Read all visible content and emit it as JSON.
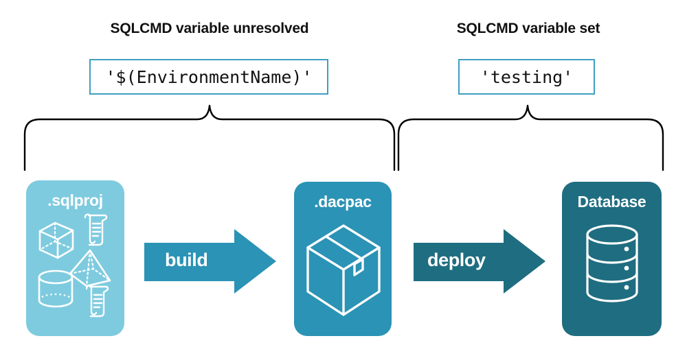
{
  "diagram": {
    "title_left": "SQLCMD variable unresolved",
    "title_right": "SQLCMD variable set",
    "code_left": "'$(EnvironmentName)'",
    "code_right": "'testing'",
    "colors": {
      "sqlproj_fill": "#7ecbdf",
      "dacpac_fill": "#2b93b5",
      "database_fill": "#1f6d80",
      "build_arrow_fill": "#2b93b5",
      "deploy_arrow_fill": "#1f6d80",
      "code_border": "#3f9fc0",
      "brace_stroke": "#000000",
      "text_dark": "#111111",
      "text_light": "#ffffff",
      "background": "#ffffff"
    },
    "stages": [
      {
        "id": "sqlproj",
        "label": ".sqlproj",
        "icons": [
          "cube-icon",
          "scroll-icon",
          "pyramid-icon",
          "cylinder-icon",
          "scroll-icon"
        ]
      },
      {
        "id": "dacpac",
        "label": ".dacpac",
        "icons": [
          "package-box-icon"
        ]
      },
      {
        "id": "database",
        "label": "Database",
        "icons": [
          "database-cylinder-icon"
        ]
      }
    ],
    "arrows": [
      {
        "id": "build",
        "label": "build",
        "from": "sqlproj",
        "to": "dacpac"
      },
      {
        "id": "deploy",
        "label": "deploy",
        "from": "dacpac",
        "to": "database"
      }
    ],
    "braces": [
      {
        "id": "brace-left",
        "covers": [
          "sqlproj",
          "build",
          "dacpac"
        ],
        "annotation": "code_left"
      },
      {
        "id": "brace-right",
        "covers": [
          "dacpac",
          "deploy",
          "database"
        ],
        "annotation": "code_right"
      }
    ]
  }
}
